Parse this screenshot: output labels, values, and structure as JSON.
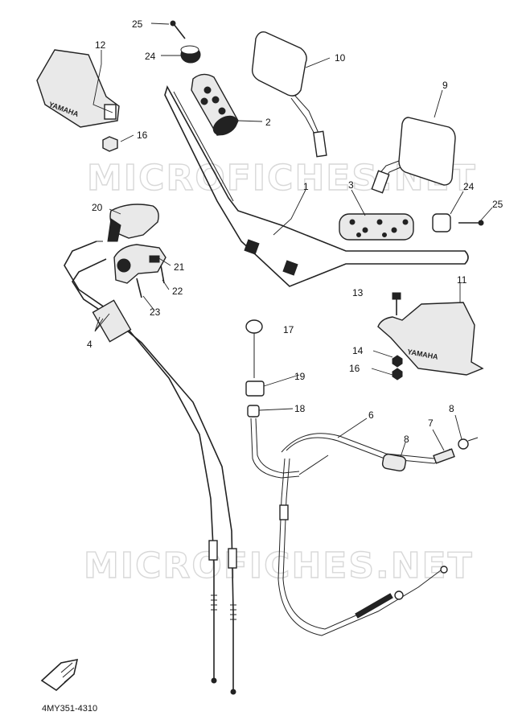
{
  "watermark": "MICROFICHES.NET",
  "diagram_code": "4MY351-4310",
  "callouts": {
    "c2": "2",
    "c3": "3",
    "c4": "4",
    "c6": "6",
    "c7": "7",
    "c8a": "8",
    "c8b": "8",
    "c9": "9",
    "c10": "10",
    "c11": "11",
    "c12": "12",
    "c13": "13",
    "c14": "14",
    "c16a": "16",
    "c16b": "16",
    "c17": "17",
    "c18": "18",
    "c19": "19",
    "c20": "20",
    "c21": "21",
    "c22": "22",
    "c23": "23",
    "c24a": "24",
    "c24b": "24",
    "c25a": "25",
    "c25b": "25"
  },
  "guard_brand": "YAMAHA",
  "icons": {
    "front_arrow": "front-direction-arrow-icon"
  }
}
